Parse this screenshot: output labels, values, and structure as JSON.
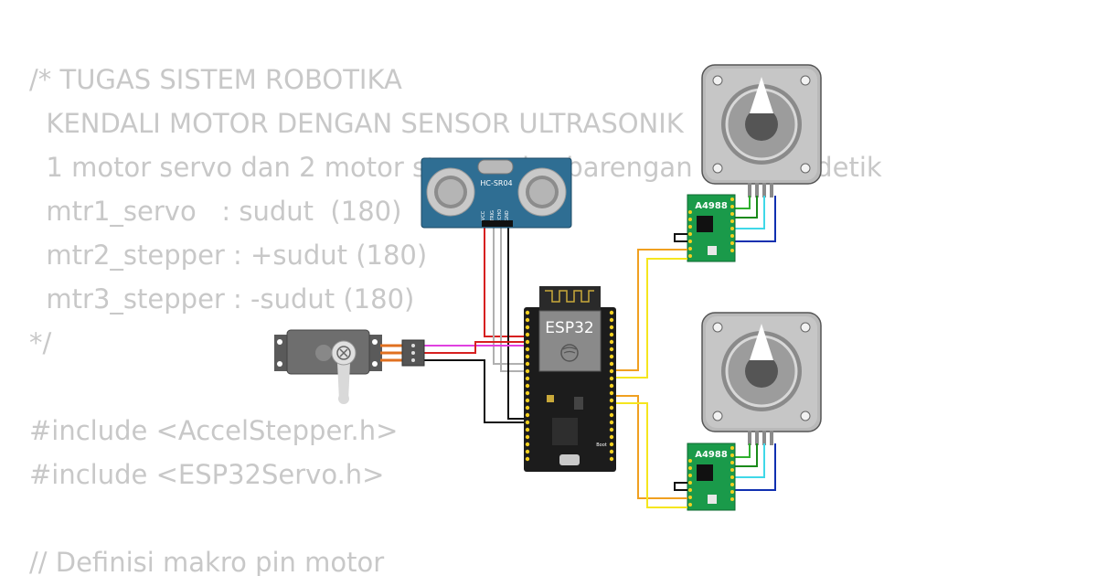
{
  "code_lines": [
    "/* TUGAS SISTEM ROBOTIKA",
    "  KENDALI MOTOR DENGAN SENSOR ULTRASONIK",
    "  1 motor servo dan 2 motor stepper berbarengan setiap 5 detik",
    "  mtr1_servo   : sudut  (180)",
    "  mtr2_stepper : +sudut (180)",
    "  mtr3_stepper : -sudut (180)",
    "*/",
    "",
    "#include <AccelStepper.h>",
    "#include <ESP32Servo.h>",
    "",
    "// Definisi makro pin motor"
  ],
  "components": {
    "ultrasonic": {
      "label": "HC-SR04",
      "pins": [
        "VCC",
        "TRIG",
        "ECHO",
        "GND"
      ]
    },
    "mcu": {
      "label": "ESP32",
      "boot_label": "Boot"
    },
    "driver_top": {
      "label": "A4988"
    },
    "driver_bottom": {
      "label": "A4988"
    },
    "servo": {
      "icon": "servo-motor-icon"
    },
    "stepper_top": {
      "icon": "stepper-motor-icon"
    },
    "stepper_bottom": {
      "icon": "stepper-motor-icon"
    }
  },
  "colors": {
    "code_text": "#c8c8c8",
    "sensor_board": "#2f6e93",
    "esp_board": "#1c1c1c",
    "driver_board": "#1a9a4a",
    "wire_red": "#d62020",
    "wire_gray": "#b0b0b0",
    "wire_black": "#111111",
    "wire_magenta": "#e040e0",
    "wire_orange": "#f0a020",
    "wire_yellow": "#f5e61e",
    "wire_green": "#2fb02f",
    "wire_cyan": "#3fd8e8",
    "wire_blue": "#1030b0"
  }
}
